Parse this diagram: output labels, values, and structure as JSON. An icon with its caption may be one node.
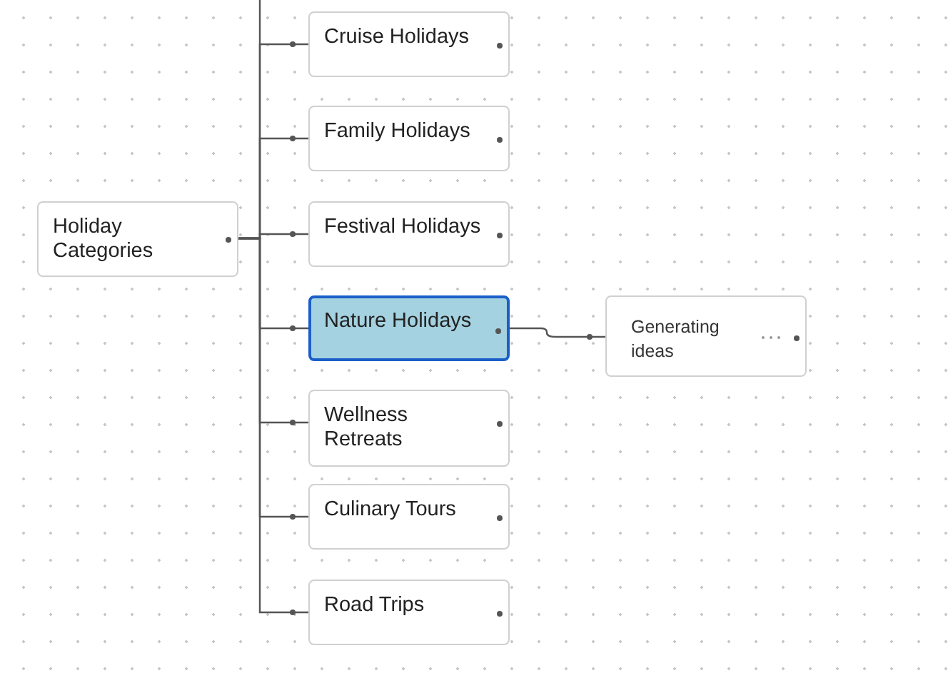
{
  "diagram": {
    "nodes": [
      {
        "text": [
          "Holiday Categories"
        ]
      },
      {
        "text": [
          "Cruise Holidays"
        ]
      },
      {
        "text": [
          "Family Holidays"
        ]
      },
      {
        "text": [
          "Festival Holidays"
        ]
      },
      {
        "text": [
          "Nature Holidays"
        ]
      },
      {
        "text": [
          "Wellness Retreats"
        ]
      },
      {
        "text": [
          "Culinary Tours"
        ]
      },
      {
        "text": [
          "Road Trips"
        ]
      },
      {
        "text": [
          "Generating ideas"
        ]
      }
    ],
    "edges": [
      {
        "from": 0,
        "to": null,
        "arrow": "none"
      },
      {
        "from": 0,
        "to": 1,
        "arrow": "other"
      },
      {
        "from": 0,
        "to": 2,
        "arrow": "other"
      },
      {
        "from": 0,
        "to": 3,
        "arrow": "other"
      },
      {
        "from": 0,
        "to": 4,
        "arrow": "other"
      },
      {
        "from": 0,
        "to": 5,
        "arrow": "other"
      },
      {
        "from": 0,
        "to": 6,
        "arrow": "other"
      },
      {
        "from": 0,
        "to": 7,
        "arrow": "other"
      },
      {
        "from": 4,
        "to": 8,
        "arrow": "other"
      }
    ]
  }
}
